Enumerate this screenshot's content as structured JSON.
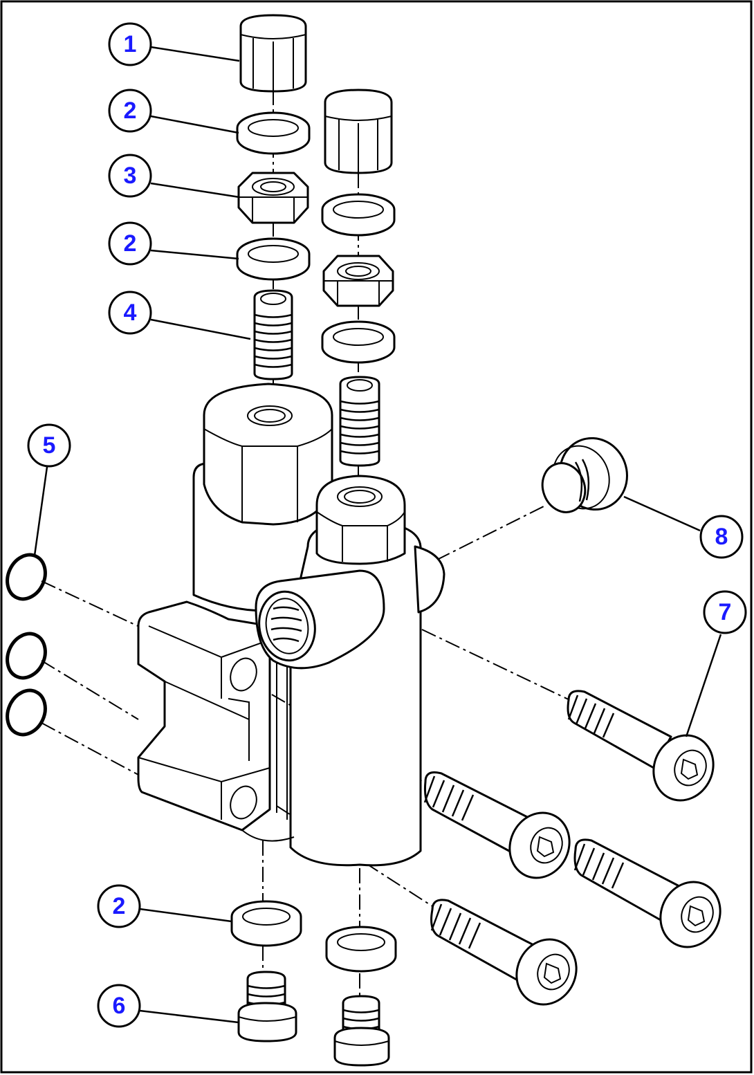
{
  "callouts": [
    {
      "id": "c1",
      "label": "1"
    },
    {
      "id": "c2a",
      "label": "2"
    },
    {
      "id": "c3",
      "label": "3"
    },
    {
      "id": "c2b",
      "label": "2"
    },
    {
      "id": "c4",
      "label": "4"
    },
    {
      "id": "c5",
      "label": "5"
    },
    {
      "id": "c8",
      "label": "8"
    },
    {
      "id": "c7",
      "label": "7"
    },
    {
      "id": "c2c",
      "label": "2"
    },
    {
      "id": "c6",
      "label": "6"
    }
  ],
  "colors": {
    "callout_text": "#1a1aff",
    "line": "#000000",
    "background": "#ffffff"
  }
}
